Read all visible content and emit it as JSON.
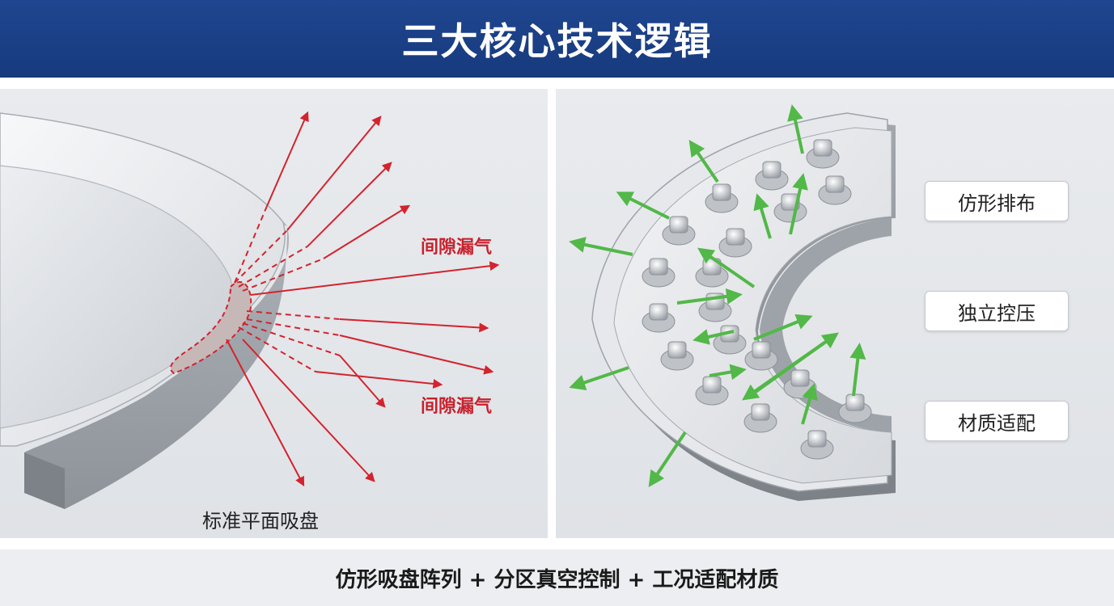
{
  "header": {
    "title": "三大核心技术逻辑"
  },
  "left_panel": {
    "leak_label_top": "间隙漏气",
    "leak_label_bottom": "间隙漏气",
    "caption": "标准平面吸盘"
  },
  "right_panel": {
    "tags": [
      "仿形排布",
      "独立控压",
      "材质适配"
    ]
  },
  "footer": {
    "summary": "仿形吸盘阵列 + 分区真空控制 + 工况适配材质"
  },
  "colors": {
    "header": "#1f4690",
    "leak_arrow": "#d3232e",
    "air_arrow": "#52b848"
  }
}
